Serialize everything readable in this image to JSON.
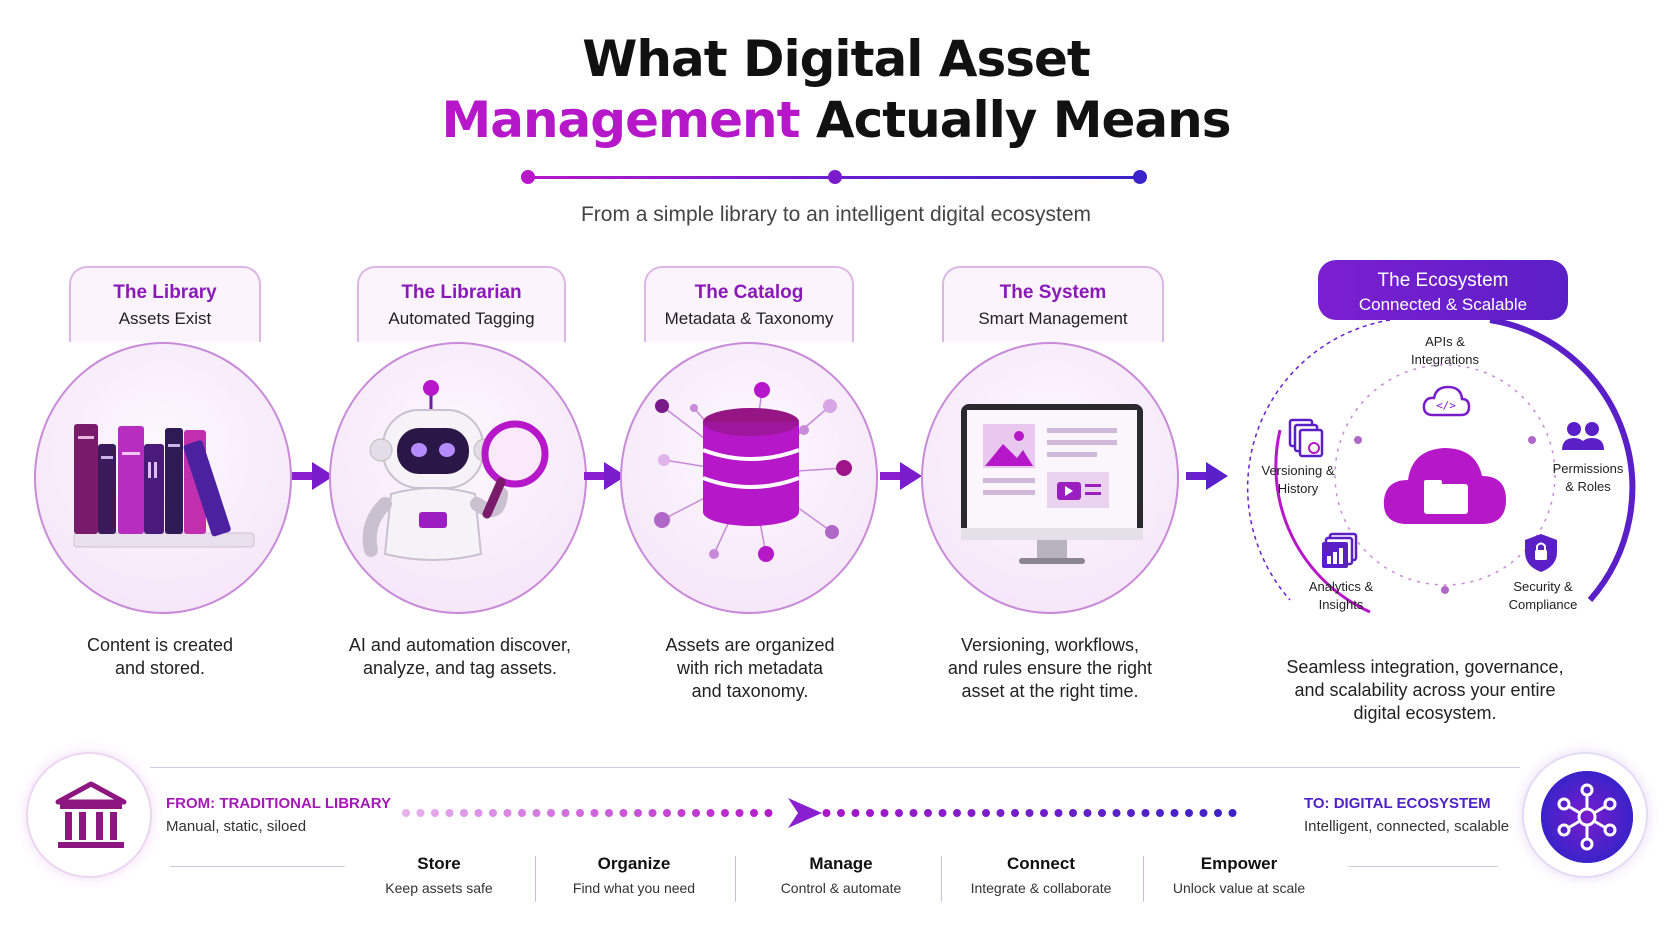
{
  "title": {
    "line1": "What Digital Asset",
    "line2_accent": "Management",
    "line2_rest": " Actually Means"
  },
  "subtitle": "From a simple library to an intelligent digital ecosystem",
  "stages": [
    {
      "title": "The Library",
      "subtitle": "Assets Exist",
      "description_lines": [
        "Content is created",
        "and stored."
      ]
    },
    {
      "title": "The Librarian",
      "subtitle": "Automated Tagging",
      "description_lines": [
        "AI and automation discover,",
        "analyze, and tag assets."
      ]
    },
    {
      "title": "The Catalog",
      "subtitle": "Metadata & Taxonomy",
      "description_lines": [
        "Assets are organized",
        "with rich metadata",
        "and taxonomy."
      ]
    },
    {
      "title": "The System",
      "subtitle": "Smart Management",
      "description_lines": [
        "Versioning, workflows,",
        "and rules ensure the right",
        "asset at the right time."
      ]
    },
    {
      "title": "The Ecosystem",
      "subtitle": "Connected & Scalable",
      "description_lines": [
        "Seamless integration, governance,",
        "and scalability across your entire",
        "digital ecosystem."
      ]
    }
  ],
  "ecosystem_nodes": [
    {
      "label_lines": [
        "APIs &",
        "Integrations"
      ],
      "icon": "code-cloud-icon"
    },
    {
      "label_lines": [
        "Versioning &",
        "History"
      ],
      "icon": "versions-icon"
    },
    {
      "label_lines": [
        "Permissions",
        "& Roles"
      ],
      "icon": "users-icon"
    },
    {
      "label_lines": [
        "Analytics &",
        "Insights"
      ],
      "icon": "analytics-icon"
    },
    {
      "label_lines": [
        "Security &",
        "Compliance"
      ],
      "icon": "shield-lock-icon"
    }
  ],
  "journey": {
    "from_title": "FROM: TRADITIONAL LIBRARY",
    "from_sub": "Manual, static, siloed",
    "to_title": "TO: DIGITAL ECOSYSTEM",
    "to_sub": "Intelligent, connected, scalable"
  },
  "steps": [
    {
      "title": "Store",
      "sub": "Keep assets safe"
    },
    {
      "title": "Organize",
      "sub": "Find what you need"
    },
    {
      "title": "Manage",
      "sub": "Control & automate"
    },
    {
      "title": "Connect",
      "sub": "Integrate & collaborate"
    },
    {
      "title": "Empower",
      "sub": "Unlock value at scale"
    }
  ],
  "colors": {
    "accent_magenta": "#b517c9",
    "accent_purple": "#6a1ed0",
    "accent_indigo": "#3a23c9",
    "soft_border": "#c98ad9"
  }
}
